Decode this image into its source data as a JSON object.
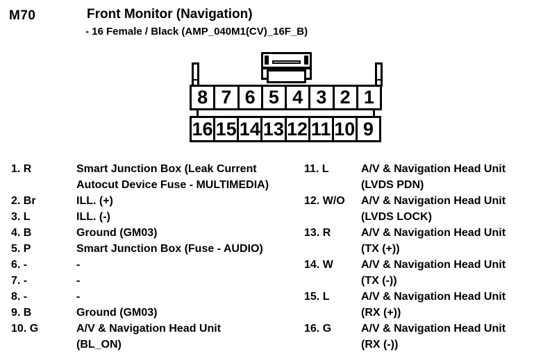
{
  "header": {
    "code": "M70",
    "title": "Front Monitor (Navigation)",
    "subtitle": "- 16 Female / Black (AMP_040M1(CV)_16F_B)"
  },
  "connector": {
    "top_row": [
      "8",
      "7",
      "6",
      "5",
      "4",
      "3",
      "2",
      "1"
    ],
    "bottom_row": [
      "16",
      "15",
      "14",
      "13",
      "12",
      "11",
      "10",
      "9"
    ]
  },
  "pins": {
    "left": [
      {
        "label": "1. R",
        "desc": [
          "Smart Junction Box (Leak Current",
          "Autocut Device Fuse - MULTIMEDIA)"
        ]
      },
      {
        "label": "2. Br",
        "desc": [
          "ILL. (+)"
        ]
      },
      {
        "label": "3. L",
        "desc": [
          "ILL. (-)"
        ]
      },
      {
        "label": "4. B",
        "desc": [
          "Ground (GM03)"
        ]
      },
      {
        "label": "5. P",
        "desc": [
          "Smart Junction Box (Fuse - AUDIO)"
        ]
      },
      {
        "label": "6. -",
        "desc": [
          "-"
        ]
      },
      {
        "label": "7. -",
        "desc": [
          "-"
        ]
      },
      {
        "label": "8. -",
        "desc": [
          "-"
        ]
      },
      {
        "label": "9. B",
        "desc": [
          "Ground (GM03)"
        ]
      },
      {
        "label": "10. G",
        "desc": [
          "A/V & Navigation Head Unit",
          "(BL_ON)"
        ]
      }
    ],
    "right": [
      {
        "label": "11. L",
        "desc": [
          "A/V & Navigation Head Unit",
          "(LVDS PDN)"
        ]
      },
      {
        "label": "12. W/O",
        "desc": [
          "A/V & Navigation Head Unit",
          "(LVDS LOCK)"
        ]
      },
      {
        "label": "13. R",
        "desc": [
          "A/V & Navigation Head Unit",
          "(TX (+))"
        ]
      },
      {
        "label": "14. W",
        "desc": [
          "A/V & Navigation Head Unit",
          "(TX (-))"
        ]
      },
      {
        "label": "15. L",
        "desc": [
          "A/V & Navigation Head Unit",
          "(RX (+))"
        ]
      },
      {
        "label": "16. G",
        "desc": [
          "A/V & Navigation Head Unit",
          "(RX (-))"
        ]
      }
    ]
  },
  "colors": {
    "ink": "#000000",
    "paper": "#ffffff"
  }
}
